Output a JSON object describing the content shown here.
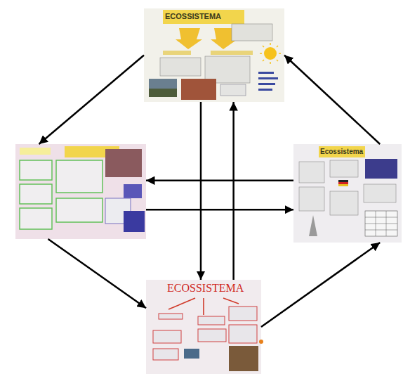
{
  "diagram": {
    "nodes": [
      {
        "text": [
          "ECOSSISTEMA"
        ]
      },
      {
        "text": []
      },
      {
        "text": [
          "Ecossistema"
        ]
      },
      {
        "text": [
          "ECOSSISTEMA"
        ]
      }
    ],
    "edges": [
      {
        "from": 0,
        "to": 1,
        "arrow": "to"
      },
      {
        "from": 1,
        "to": 3,
        "arrow": "to"
      },
      {
        "from": 3,
        "to": 2,
        "arrow": "to"
      },
      {
        "from": 2,
        "to": 0,
        "arrow": "to"
      },
      {
        "from": 2,
        "to": 1,
        "arrow": "to"
      },
      {
        "from": 1,
        "to": 2,
        "arrow": "to"
      },
      {
        "from": 0,
        "to": 3,
        "arrow": "to"
      },
      {
        "from": 3,
        "to": 0,
        "arrow": "to"
      }
    ]
  }
}
